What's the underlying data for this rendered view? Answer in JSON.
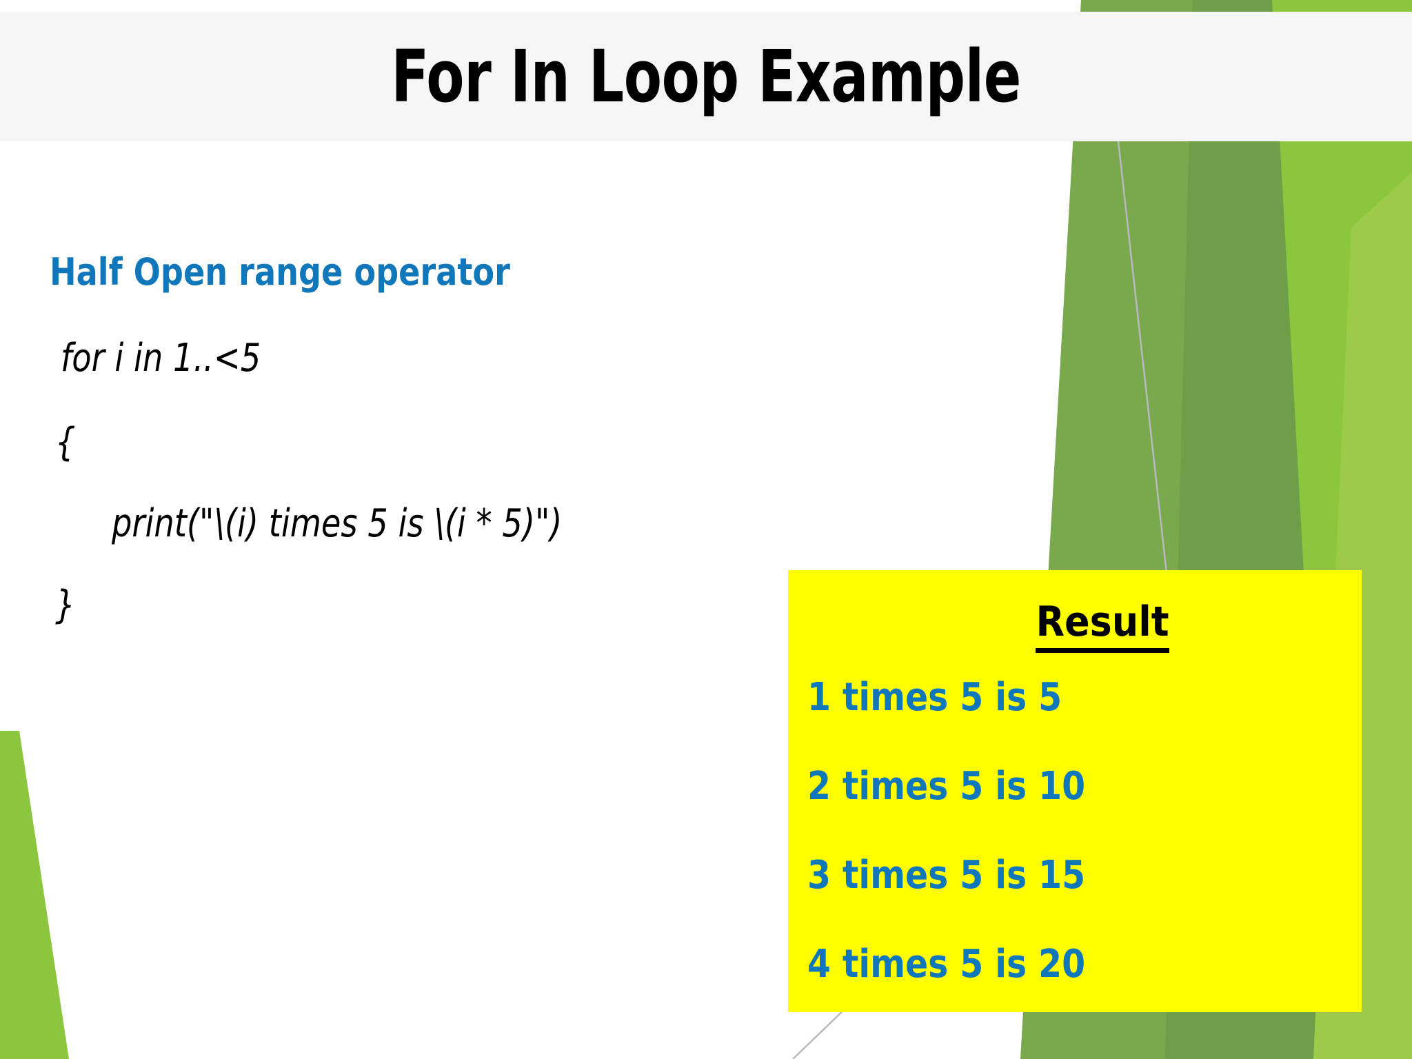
{
  "slide": {
    "title": "For In Loop Example",
    "subheading": "Half Open range operator",
    "code": {
      "line1": "for i in 1..<5",
      "line2": "{",
      "line3": "print(\"\\(i) times 5 is \\(i * 5)\")",
      "line4": "}"
    },
    "result": {
      "title": "Result",
      "lines": [
        "1 times 5 is 5",
        "2 times 5 is 10",
        "3 times 5 is 15",
        "4 times 5 is 20"
      ]
    }
  },
  "colors": {
    "banner_bg": "#f5f5f6",
    "title_text": "#000000",
    "accent_blue": "#1177bb",
    "code_text": "#000000",
    "result_bg": "#ffff00",
    "result_title": "#000000",
    "green_dark": "#76a34a",
    "green_olive": "#6f9e48",
    "green_bright": "#8cc63f",
    "green_light": "#9ccb4a",
    "green_pale": "#e4f0cf",
    "hairline": "#b9b9bd"
  }
}
